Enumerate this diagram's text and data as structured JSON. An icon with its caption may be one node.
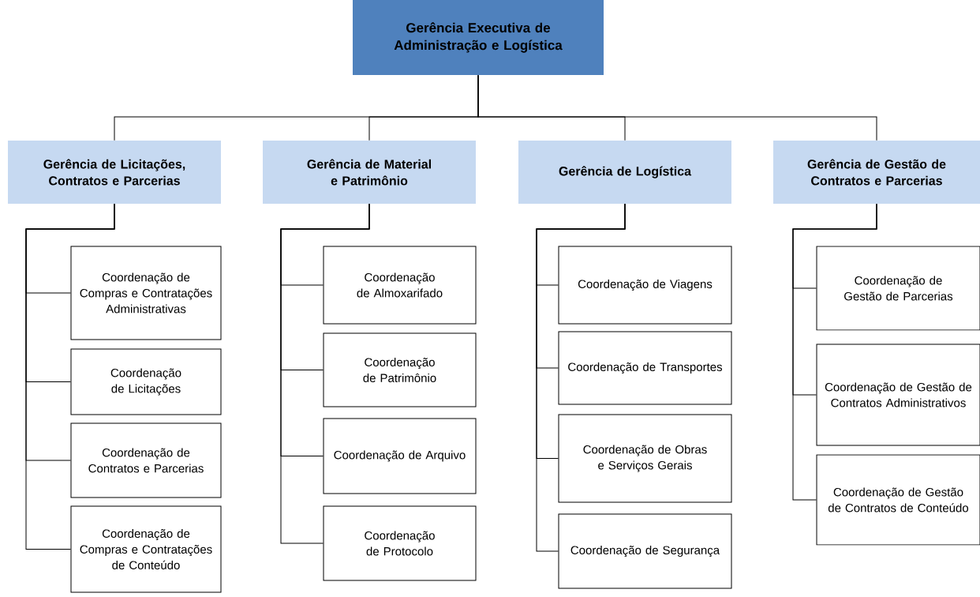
{
  "diagram": {
    "nodes": [
      {
        "text": [
          "Gerência Executiva de Administração e Logística"
        ]
      },
      {
        "text": [
          "Gerência de Licitações, Contratos e Parcerias"
        ]
      },
      {
        "text": [
          "Gerência de Material e Patrimônio"
        ]
      },
      {
        "text": [
          "Gerência de Logística"
        ]
      },
      {
        "text": [
          "Gerência de Gestão de Contratos e Parcerias"
        ]
      },
      {
        "text": [
          "Coordenação de Compras e Contratações Administrativas"
        ]
      },
      {
        "text": [
          "Coordenação de Licitações"
        ]
      },
      {
        "text": [
          "Coordenação de Contratos e Parcerias"
        ]
      },
      {
        "text": [
          "Coordenação de Compras e Contratações de Conteúdo"
        ]
      },
      {
        "text": [
          "Coordenação  de Almoxarifado"
        ]
      },
      {
        "text": [
          "Coordenação de Patrimônio"
        ]
      },
      {
        "text": [
          "Coordenação de Arquivo"
        ]
      },
      {
        "text": [
          "Coordenação de Protocolo"
        ]
      },
      {
        "text": [
          "Coordenação de Viagens"
        ]
      },
      {
        "text": [
          "Coordenação de Transportes"
        ]
      },
      {
        "text": [
          "Coordenação de Obras e Serviços Gerais"
        ]
      },
      {
        "text": [
          "Coordenação de Segurança"
        ]
      },
      {
        "text": [
          "Coordenação de Gestão de Parcerias"
        ]
      },
      {
        "text": [
          "Coordenação de Gestão de Contratos Administrativos"
        ]
      },
      {
        "text": [
          "Coordenação de Gestão de Contratos de Conteúdo"
        ]
      }
    ],
    "edges": [
      {
        "from": 0,
        "to": 1,
        "arrow": "none"
      },
      {
        "from": 0,
        "to": 2,
        "arrow": "none"
      },
      {
        "from": 0,
        "to": 3,
        "arrow": "none"
      },
      {
        "from": 0,
        "to": 4,
        "arrow": "none"
      },
      {
        "from": 1,
        "to": 5,
        "arrow": "none"
      },
      {
        "from": 1,
        "to": 6,
        "arrow": "none"
      },
      {
        "from": 1,
        "to": 7,
        "arrow": "none"
      },
      {
        "from": 1,
        "to": 8,
        "arrow": "none"
      },
      {
        "from": 2,
        "to": 9,
        "arrow": "none"
      },
      {
        "from": 2,
        "to": 10,
        "arrow": "none"
      },
      {
        "from": 2,
        "to": 11,
        "arrow": "none"
      },
      {
        "from": 2,
        "to": 12,
        "arrow": "none"
      },
      {
        "from": 3,
        "to": 13,
        "arrow": "none"
      },
      {
        "from": 3,
        "to": 14,
        "arrow": "none"
      },
      {
        "from": 3,
        "to": 15,
        "arrow": "none"
      },
      {
        "from": 3,
        "to": 16,
        "arrow": "none"
      },
      {
        "from": 4,
        "to": 17,
        "arrow": "none"
      },
      {
        "from": 4,
        "to": 18,
        "arrow": "none"
      },
      {
        "from": 4,
        "to": 19,
        "arrow": "none"
      }
    ]
  }
}
